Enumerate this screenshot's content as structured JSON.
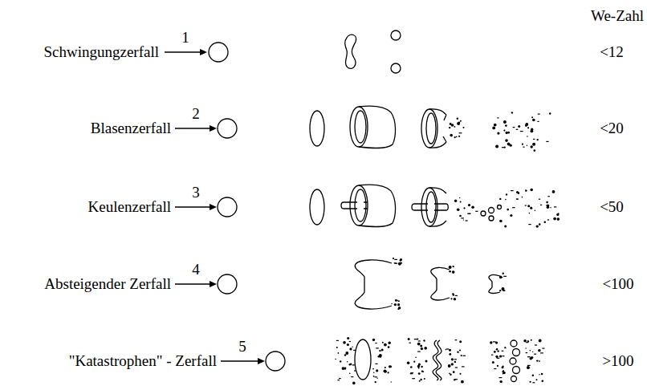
{
  "diagram": {
    "labels": [
      "We-Zahl",
      "Schwingungzerfall",
      "1",
      "<12",
      "Blasenzerfall",
      "2",
      "<20",
      "Keulenzerfall",
      "3",
      "<50",
      "Absteigender Zerfall",
      "4",
      "<100",
      "\"Katastrophen\" - Zerfall",
      "5",
      ">100"
    ]
  }
}
